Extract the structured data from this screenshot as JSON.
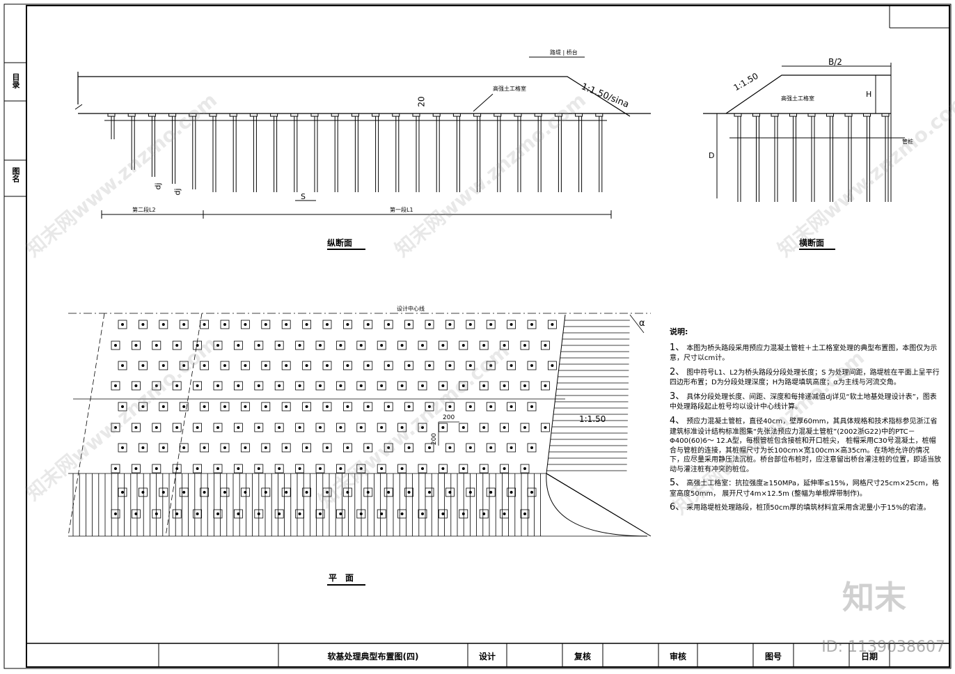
{
  "sidebar": {
    "top_label": "目录",
    "mid_label": "图名"
  },
  "longitudinal": {
    "caption": "纵断面",
    "top_label": "路堤 | 桥台",
    "slope_label": "1:1.50/sina",
    "geogrid_label": "高强土工格室",
    "dim_20": "20",
    "dim_dj": "dj",
    "dim_s": "S",
    "span_l2": "第二段L2",
    "span_l1": "第一段L1"
  },
  "cross": {
    "caption": "横断面",
    "b2": "B/2",
    "slope": "1:1.50",
    "geogrid": "高强土工格室",
    "h": "H",
    "d": "D",
    "pile": "管桩"
  },
  "plan": {
    "caption": "平　面",
    "centerline": "设计中心线",
    "alpha": "α",
    "slope": "1:1.50",
    "dim_200a": "200",
    "dim_200b": "200"
  },
  "notes": {
    "title": "说明:",
    "items": [
      {
        "num": "1、",
        "text": "本图为桥头路段采用预应力混凝土管桩＋土工格室处理的典型布置图，本图仅为示意，尺寸以cm计。"
      },
      {
        "num": "2、",
        "text": "图中符号L1、L2为桥头路段分段处理长度；S 为处理间距，路堤桩在平面上呈平行四边形布置；D为分段处理深度；H为路堤填筑高度；α为主线与河流交角。"
      },
      {
        "num": "3、",
        "text": "具体分段处理长度、间距、深度和每排递减值dj详见“软土地基处理设计表”，图表中处理路段起止桩号均以设计中心线计算。"
      },
      {
        "num": "4、",
        "text": "预应力混凝土管桩，直径40cm，壁厚60mm，其具体规格和技术指标参见浙江省建筑标准设计结构标准图集“先张法预应力混凝土管桩”(2002浙G22)中的PTC－Φ400(60)6～ 12.A型，每根管桩包含接桩和开口桩尖， 桩帽采用C30号混凝土，桩帽合与管桩的连接，其桩帽尺寸为长100cm×宽100cm×高35cm。在场地允许的情况下，应尽量采用静压法沉桩。桥台部位布桩时，应注意留出桥台灌注桩的位置，即适当放动与灌注桩有冲突的桩位。"
      },
      {
        "num": "5、",
        "text": "高强土工格室：抗拉强度≥150MPa，延伸率≤15%，网格尺寸25cm×25cm，格室高度50mm， 展开尺寸4m×12.5m (整幅为单根焊带制作)。"
      },
      {
        "num": "6、",
        "text": "采用路堤桩处理路段，桩顶50cm厚的填筑材料宜采用含泥量小于15%的宕渣。"
      }
    ]
  },
  "title_block": {
    "drawing_title": "软基处理典型布置图(四)",
    "design": "设计",
    "review": "复核",
    "approve": "审核",
    "drawing_no": "图号",
    "date": "日期"
  },
  "watermark": {
    "site": "知末网www.znzmo.com",
    "brand": "知末",
    "id": "ID: 1139038607"
  }
}
